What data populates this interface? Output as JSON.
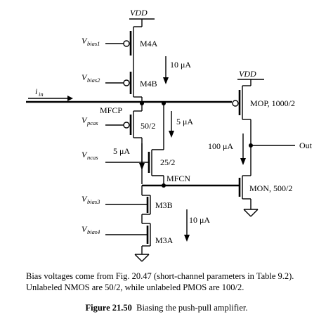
{
  "schematic": {
    "supply_left": "VDD",
    "supply_right": "VDD",
    "input_label": "i",
    "input_sub": "in",
    "v": "V",
    "bias1_sub": "bias1",
    "bias2_sub": "bias2",
    "pcas_sub": "pcas",
    "ncas_sub": "ncas",
    "bias3_sub": "bias3",
    "bias4_sub": "bias4",
    "m4a": "M4A",
    "m4b": "M4B",
    "mfcp": "MFCP",
    "mfcp_size": "50/2",
    "mfcn_size": "25/2",
    "mfcn": "MFCN",
    "m3b": "M3B",
    "m3a": "M3A",
    "mop": "MOP, 1000/2",
    "mon": "MON, 500/2",
    "out": "Out",
    "i_10ua_top": "10 μA",
    "i_5ua_right": "5 μA",
    "i_5ua_left": "5 μA",
    "i_100ua": "100 μA",
    "i_10ua_bottom": "10 μA"
  },
  "caption": {
    "line1": "Bias voltages come from Fig. 20.47 (short-channel parameters in Table 9.2).",
    "line2": "Unlabeled NMOS are 50/2, while unlabeled PMOS are 100/2.",
    "figure_number": "Figure 21.50",
    "figure_title": "  Biasing the push-pull amplifier."
  }
}
